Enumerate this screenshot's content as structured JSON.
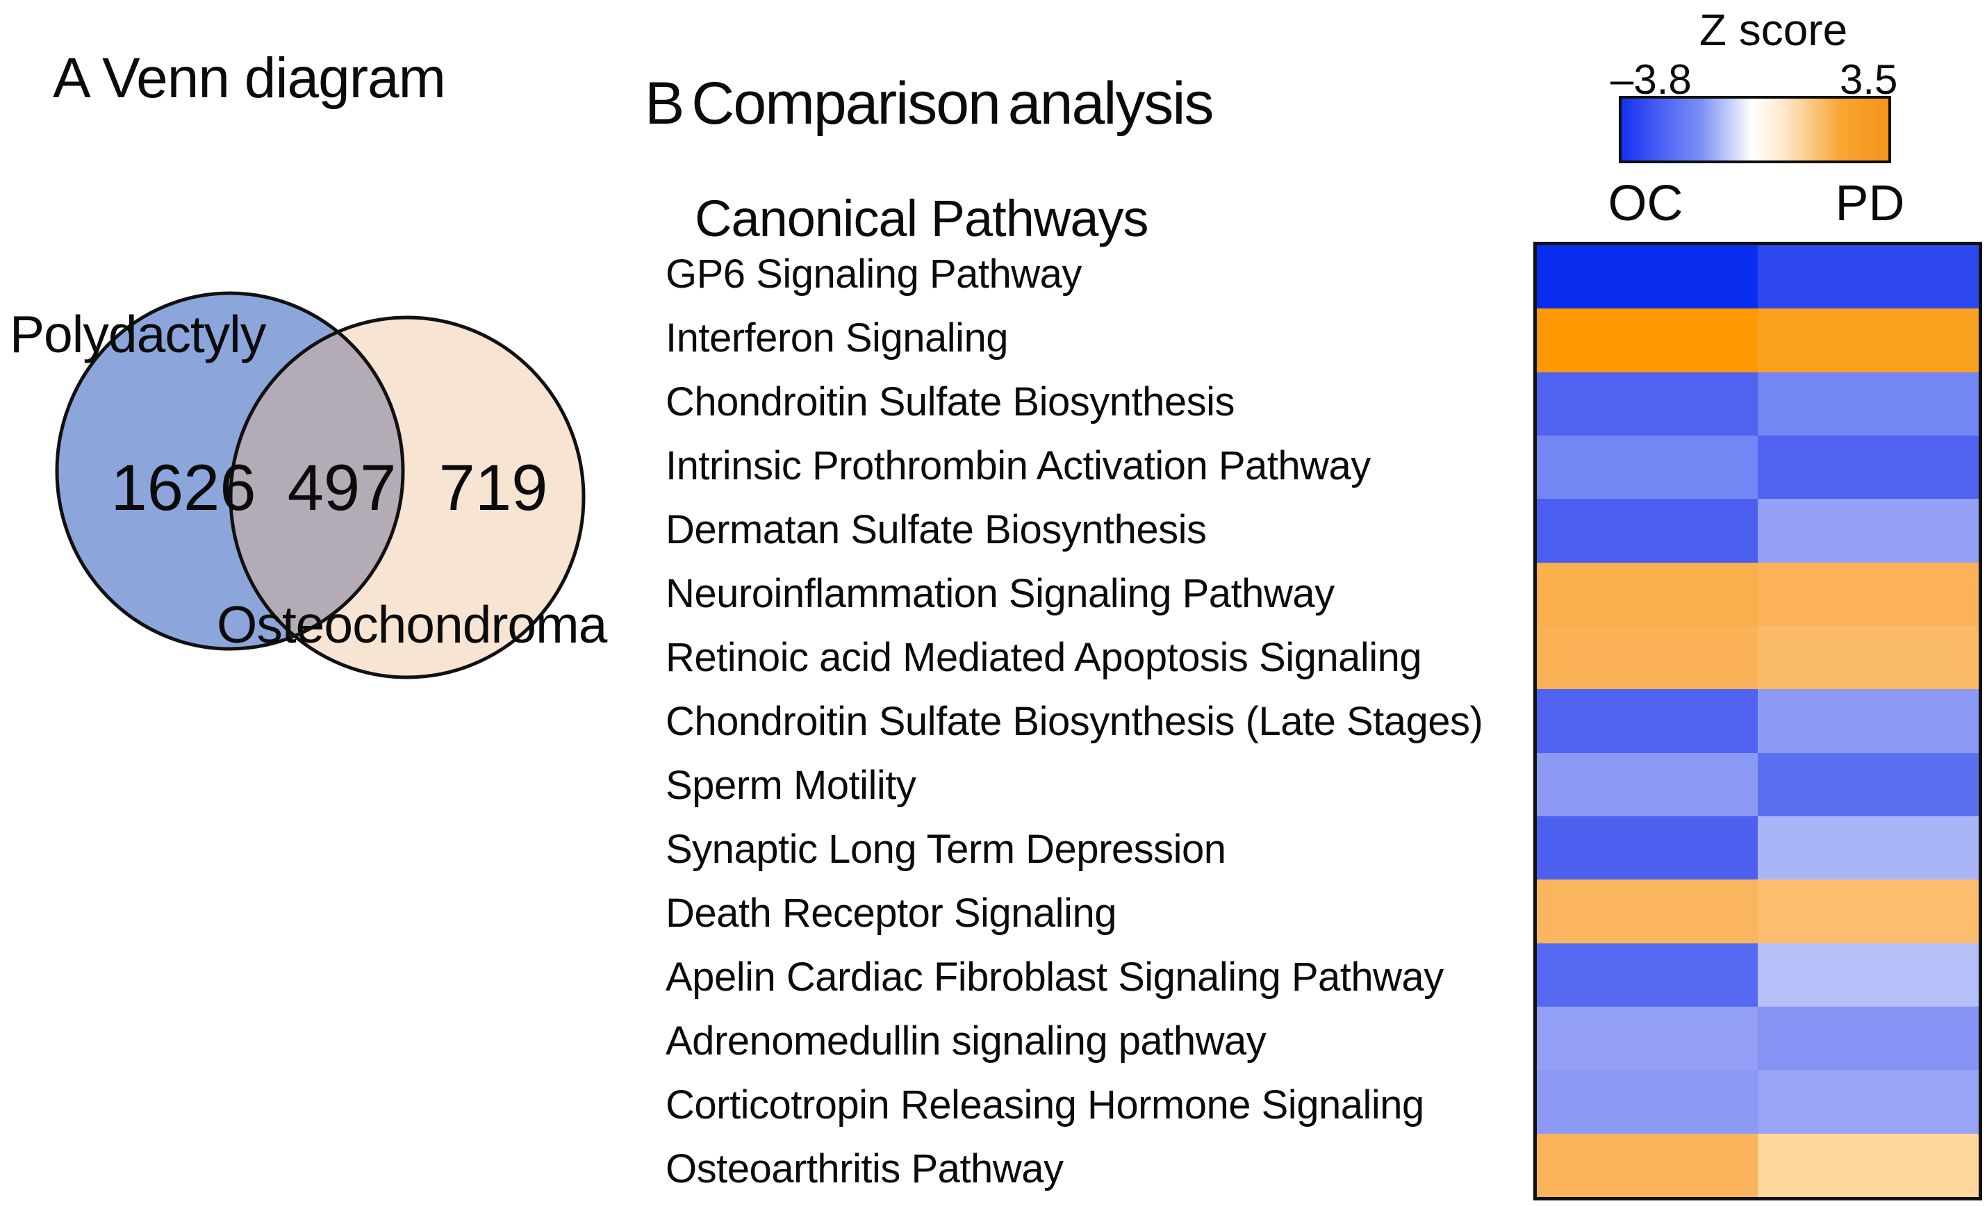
{
  "chart_data": [
    {
      "type": "venn",
      "title": "A Venn diagram",
      "sets": [
        {
          "label": "Polydactyly",
          "unique": 1626
        },
        {
          "label": "Osteochondroma",
          "unique": 719
        }
      ],
      "overlap": 497,
      "colors": {
        "left_fill": "#8CA5DB",
        "right_fill": "#F8E4D3",
        "overlap_fill": "#B3ABB5",
        "outline": "#111111"
      }
    },
    {
      "type": "heatmap",
      "title": "B Comparison analysis",
      "row_axis_label": "Canonical Pathways",
      "columns": [
        "OC",
        "PD"
      ],
      "legend_position": "top-right",
      "colorbar": {
        "title": "Z score",
        "min": -3.8,
        "max": 3.5,
        "min_label": "–3.8",
        "max_label": "3.5",
        "min_color": "#1631F2",
        "mid_color": "#FFFFFF",
        "max_color": "#F5941B",
        "gradient_stops": [
          [
            "#1631F2",
            0
          ],
          [
            "#7E91F5",
            30
          ],
          [
            "#FFFFFF",
            49
          ],
          [
            "#FDEBD2",
            60
          ],
          [
            "#F8A633",
            82
          ],
          [
            "#F5941B",
            100
          ]
        ]
      },
      "rows": [
        {
          "label": "GP6 Signaling Pathway",
          "oc_color": "#0A2EF0",
          "pd_color": "#2E49F0",
          "oc_z": -3.8,
          "pd_z": -3.4
        },
        {
          "label": "Interferon Signaling",
          "oc_color": "#FE9803",
          "pd_color": "#FAA21E",
          "oc_z": 3.5,
          "pd_z": 3.3
        },
        {
          "label": "Chondroitin Sulfate Biosynthesis",
          "oc_color": "#4F63F0",
          "pd_color": "#7386F3",
          "oc_z": -2.5,
          "pd_z": -1.8
        },
        {
          "label": "Intrinsic Prothrombin Activation Pathway",
          "oc_color": "#7386F3",
          "pd_color": "#4F63F0",
          "oc_z": -1.8,
          "pd_z": -2.5
        },
        {
          "label": "Dermatan Sulfate Biosynthesis",
          "oc_color": "#4A5EF0",
          "pd_color": "#93A0F5",
          "oc_z": -2.6,
          "pd_z": -1.5
        },
        {
          "label": "Neuroinflammation Signaling Pathway",
          "oc_color": "#FBAE4C",
          "pd_color": "#FBB258",
          "oc_z": 2.2,
          "pd_z": 2.1
        },
        {
          "label": "Retinoic acid Mediated Apoptosis Signaling",
          "oc_color": "#FBB156",
          "pd_color": "#FBBA66",
          "oc_z": 2.1,
          "pd_z": 2.0
        },
        {
          "label": "Chondroitin Sulfate Biosynthesis (Late Stages)",
          "oc_color": "#4F63F0",
          "pd_color": "#8C9AF5",
          "oc_z": -2.5,
          "pd_z": -1.6
        },
        {
          "label": "Sperm Motility",
          "oc_color": "#8C9AF5",
          "pd_color": "#5B6FF1",
          "oc_z": -1.6,
          "pd_z": -2.3
        },
        {
          "label": "Synaptic Long Term Depression",
          "oc_color": "#4C60F0",
          "pd_color": "#AAB5F8",
          "oc_z": -2.5,
          "pd_z": -1.2
        },
        {
          "label": "Death Receptor Signaling",
          "oc_color": "#FBB55E",
          "pd_color": "#FCBD6E",
          "oc_z": 2.0,
          "pd_z": 1.8
        },
        {
          "label": "Apelin Cardiac Fibroblast Signaling Pathway",
          "oc_color": "#5468F1",
          "pd_color": "#B6C0F8",
          "oc_z": -2.4,
          "pd_z": -1.0
        },
        {
          "label": "Adrenomedullin signaling pathway",
          "oc_color": "#93A0F6",
          "pd_color": "#8693F4",
          "oc_z": -1.5,
          "pd_z": -1.7
        },
        {
          "label": "Corticotropin Releasing Hormone Signaling",
          "oc_color": "#8C99F5",
          "pd_color": "#98A4F6",
          "oc_z": -1.6,
          "pd_z": -1.4
        },
        {
          "label": "Osteoarthritis Pathway",
          "oc_color": "#FBB45C",
          "pd_color": "#FDD79C",
          "oc_z": 2.0,
          "pd_z": 1.2
        }
      ]
    }
  ]
}
